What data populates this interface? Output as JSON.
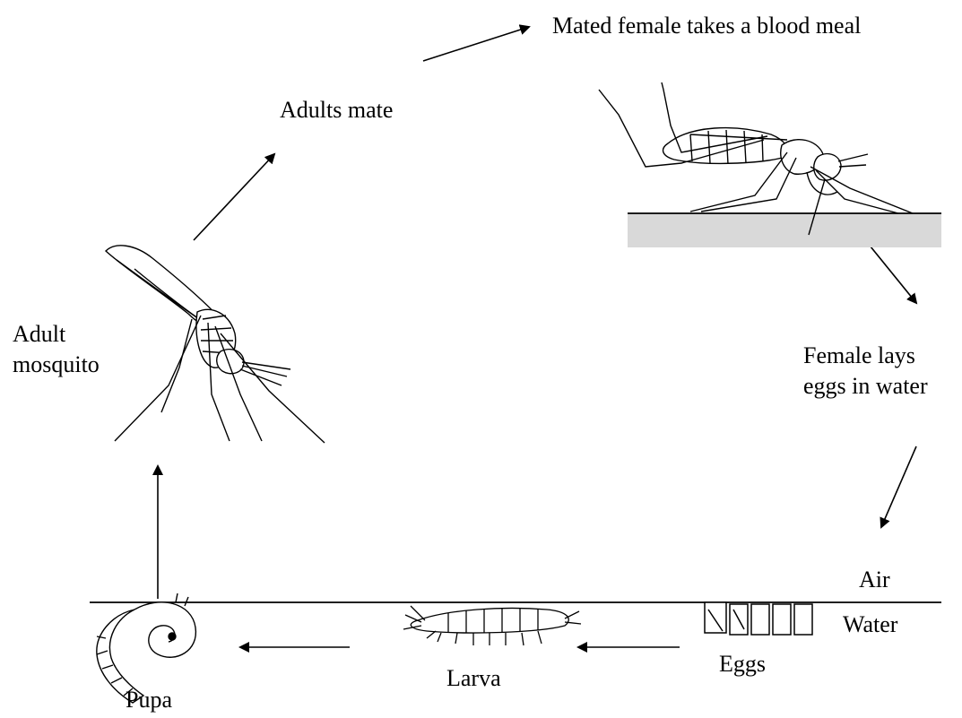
{
  "diagram": {
    "labels": {
      "blood_meal": "Mated female takes a blood meal",
      "adults_mate": "Adults mate",
      "adult_mosquito_line1": "Adult",
      "adult_mosquito_line2": "mosquito",
      "female_lays_line1": "Female lays",
      "female_lays_line2": "eggs in water",
      "air": "Air",
      "water": "Water",
      "eggs": "Eggs",
      "larva": "Larva",
      "pupa": "Pupa"
    },
    "colors": {
      "ink": "#000000",
      "skin_fill": "#d9d9d9",
      "background": "#ffffff"
    },
    "icons": [
      "mosquito-adult-icon",
      "mosquito-feeding-icon",
      "pupa-icon",
      "larva-icon",
      "eggs-icon"
    ]
  }
}
